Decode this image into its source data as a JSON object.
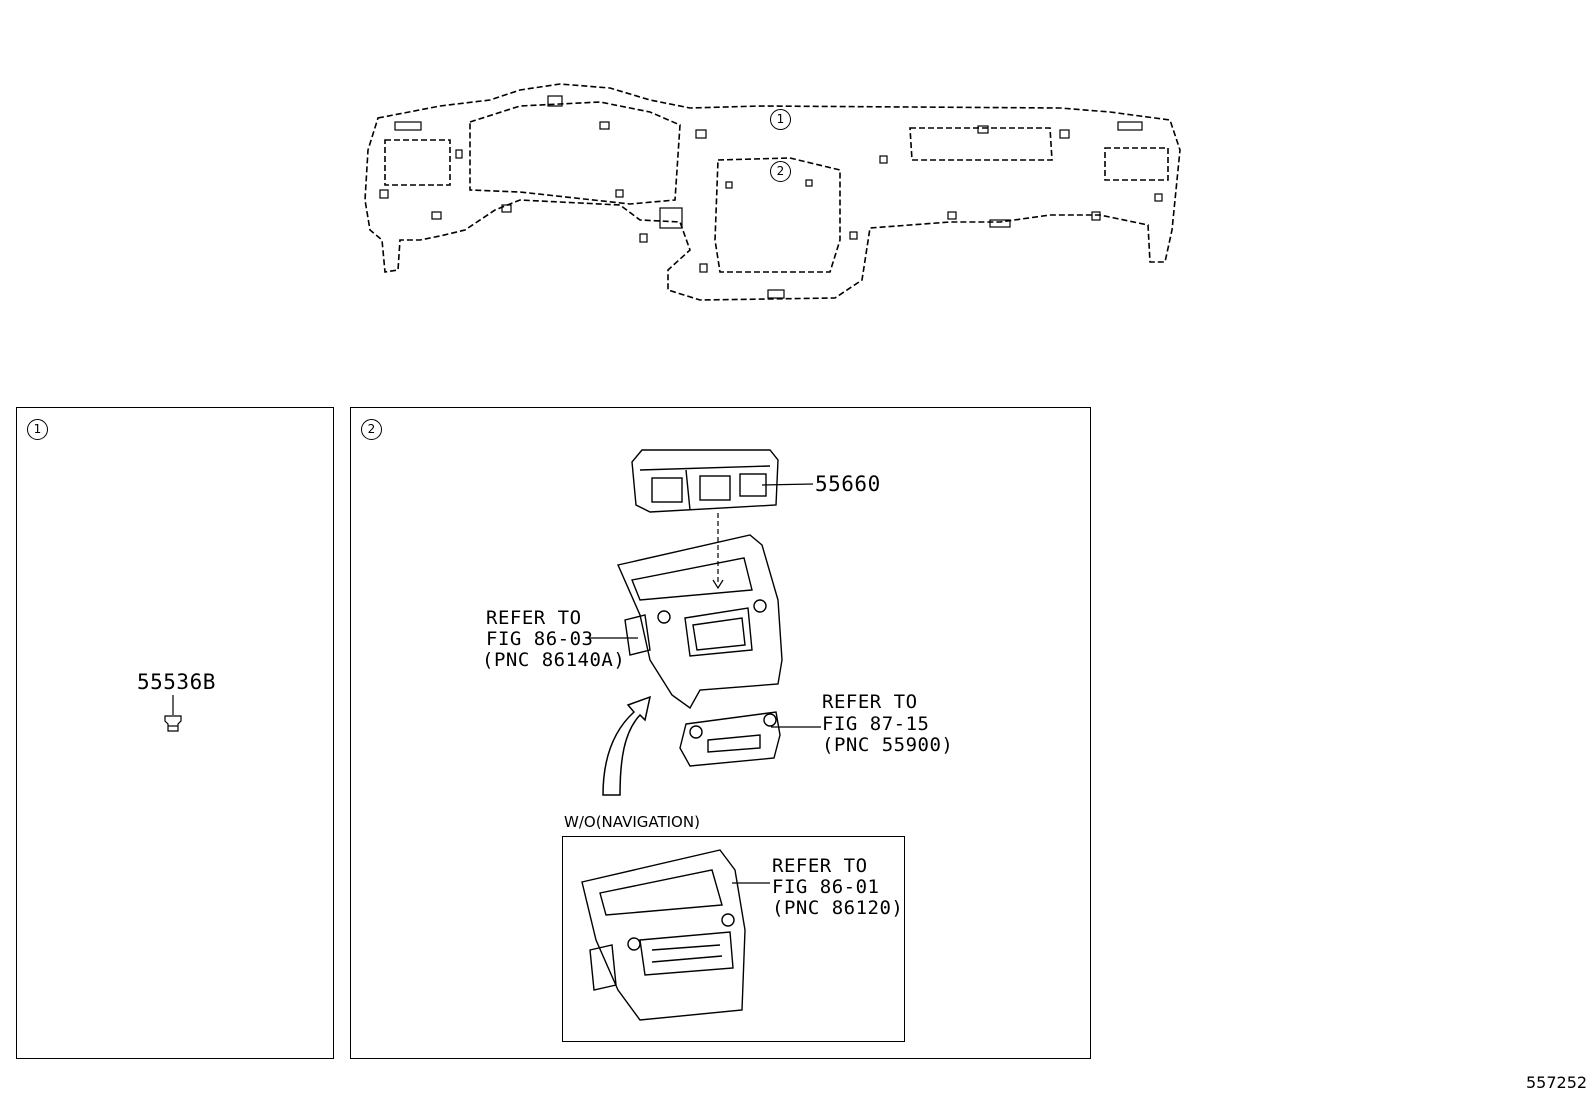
{
  "callouts": {
    "ref1": "1",
    "ref2": "2"
  },
  "panel1": {
    "marker": "1",
    "part": "55536B"
  },
  "panel2": {
    "marker": "2",
    "vent_part": "55660",
    "bezel_ref": {
      "line1": "REFER TO",
      "line2": "FIG 86-03",
      "line3": "(PNC 86140A)"
    },
    "control_ref": {
      "line1": "REFER TO",
      "line2": "FIG 87-15",
      "line3": "(PNC 55900)"
    },
    "variant_label": "W/O(NAVIGATION)",
    "variant_ref": {
      "line1": "REFER TO",
      "line2": "FIG 86-01",
      "line3": "(PNC 86120)"
    }
  },
  "figure_id": "557252"
}
